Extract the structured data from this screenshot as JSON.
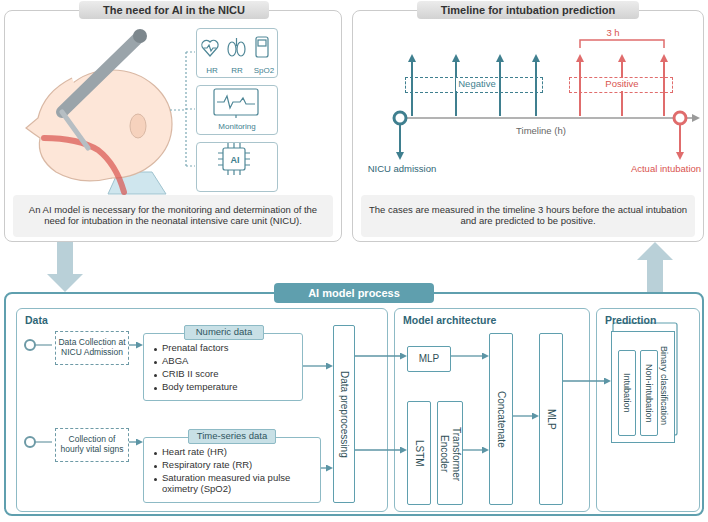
{
  "diagram": {
    "nodes": [
      {
        "text": [
          "The need for AI in the NICU",
          "An AI model is necessary for the monitoring and determination of the need for intubation in the neonatal intensive care unit (NICU)."
        ]
      },
      {
        "text": [
          "HR",
          "RR",
          "SpO2"
        ],
        "in": 0
      },
      {
        "text": [
          "Monitoring"
        ],
        "in": 0
      },
      {
        "text": [
          "AI"
        ],
        "in": 0
      },
      {
        "text": [
          "Timeline for intubation prediction",
          "The cases are measured in the timeline 3 hours before the actual intubation and are predicted to be positive."
        ]
      },
      {
        "text": [
          "Negative"
        ],
        "in": 4
      },
      {
        "text": [
          "Positive"
        ],
        "in": 4
      },
      {
        "text": [
          "AI model process"
        ]
      },
      {
        "text": [
          "Data"
        ],
        "in": 7
      },
      {
        "text": [
          "Data Collection at NICU Admission"
        ],
        "in": 8
      },
      {
        "text": [
          "Numeric data",
          "Prenatal factors",
          "ABGA",
          "CRIB II score",
          "Body temperature"
        ],
        "in": 8
      },
      {
        "text": [
          "Collection of hourly vital signs"
        ],
        "in": 8
      },
      {
        "text": [
          "Time-series data",
          "Heart rate (HR)",
          "Respiratory rate (RR)",
          "Saturation measured via pulse oximetry (SpO2)"
        ],
        "in": 8
      },
      {
        "text": [
          "Data preprocessing"
        ],
        "in": 8
      },
      {
        "text": [
          "Model architecture"
        ],
        "in": 7
      },
      {
        "text": [
          "MLP"
        ],
        "in": 14
      },
      {
        "text": [
          "LSTM"
        ],
        "in": 14
      },
      {
        "text": [
          "Transformer Encoder"
        ],
        "in": 14
      },
      {
        "text": [
          "Concatenate"
        ],
        "in": 14
      },
      {
        "text": [
          "MLP"
        ],
        "in": 14
      },
      {
        "text": [
          "Prediction"
        ],
        "in": 7
      },
      {
        "text": [
          "Binary classification"
        ],
        "in": 20
      },
      {
        "text": [
          "Intubation"
        ],
        "in": 21
      },
      {
        "text": [
          "Non-intubation"
        ],
        "in": 21
      }
    ],
    "edges": [
      {
        "from": 0,
        "to": 7,
        "arrow": "to"
      },
      {
        "from": 7,
        "to": 4,
        "arrow": "to"
      },
      {
        "from": 9,
        "to": 10,
        "arrow": "to"
      },
      {
        "from": 11,
        "to": 12,
        "arrow": "to"
      },
      {
        "from": 10,
        "to": 13,
        "arrow": "to"
      },
      {
        "from": 12,
        "to": 13,
        "arrow": "to"
      },
      {
        "from": 13,
        "to": 15,
        "arrow": "to"
      },
      {
        "from": 13,
        "to": 16,
        "arrow": "to"
      },
      {
        "from": 15,
        "to": 18,
        "arrow": "to"
      },
      {
        "from": 17,
        "to": 18,
        "arrow": "to"
      },
      {
        "from": 18,
        "to": 19,
        "arrow": "to"
      },
      {
        "from": 19,
        "to": 21,
        "arrow": "to"
      }
    ],
    "labels": [
      "3 h",
      "Timeline (h)",
      "NICU admission",
      "Actual intubation"
    ]
  }
}
